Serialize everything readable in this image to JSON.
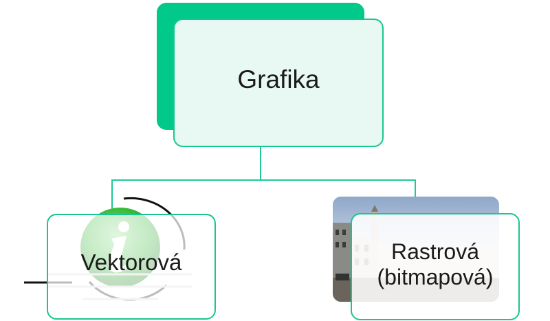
{
  "root": {
    "label": "Grafika"
  },
  "children": [
    {
      "label": "Vektorová",
      "illustration": "info-icon"
    },
    {
      "label_line1": "Rastrová",
      "label_line2": "(bitmapová)",
      "illustration": "town-square-photo"
    }
  ],
  "colors": {
    "accent": "#18c690",
    "accent_dark": "#00c98a",
    "root_fill": "#e8f8f3",
    "text": "#1a1a1a"
  }
}
